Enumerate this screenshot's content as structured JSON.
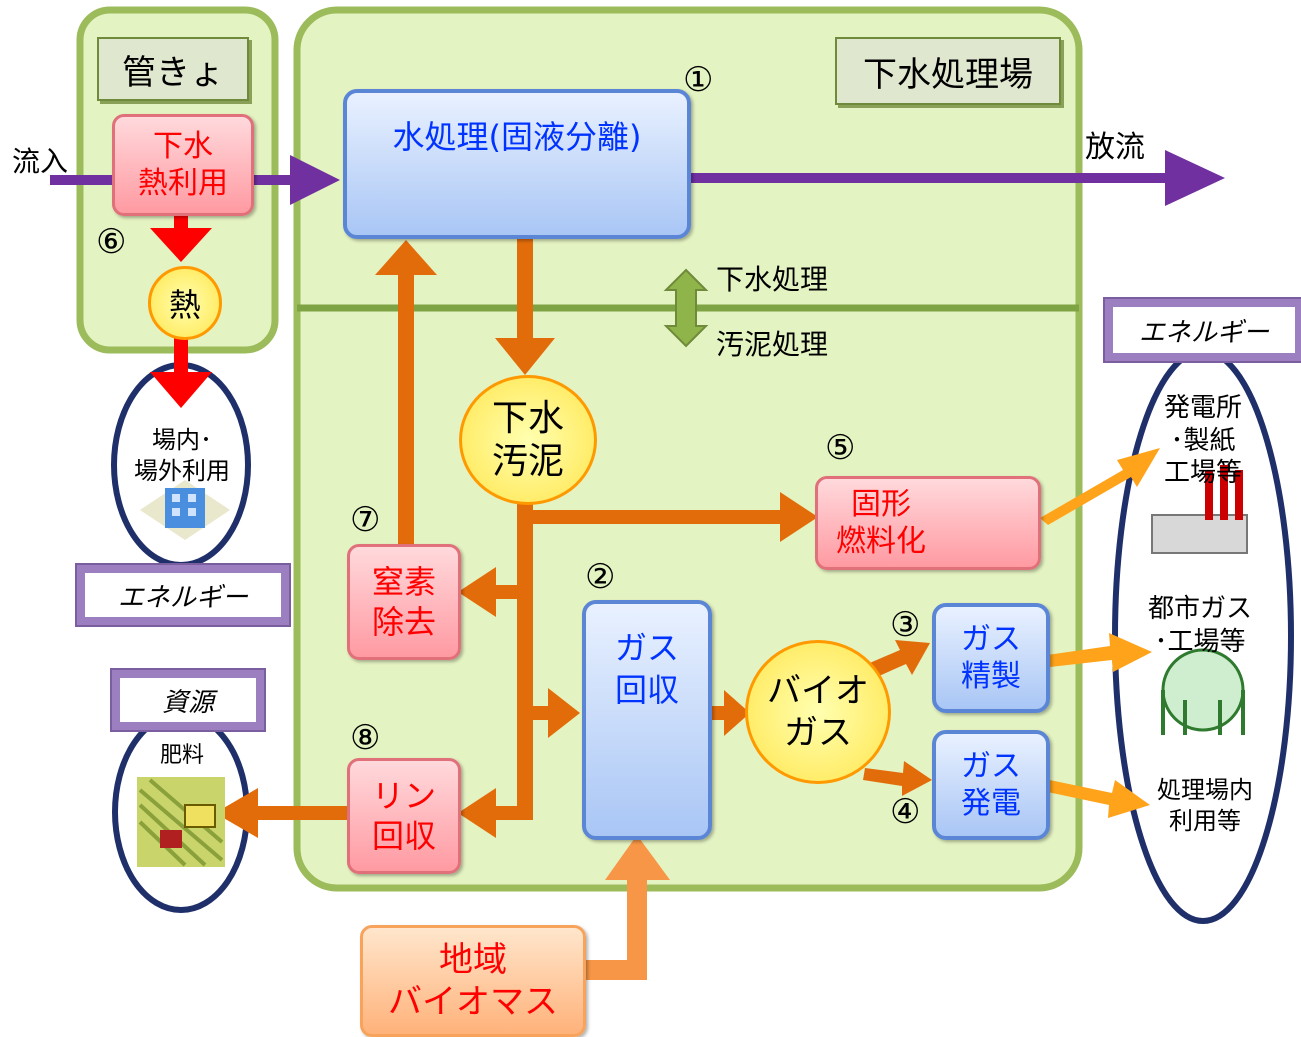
{
  "labels": {
    "pipe": "管きょ",
    "plant": "下水処理場",
    "inflow": "流入",
    "discharge": "放流",
    "sewage_treatment": "下水処理",
    "sludge_treatment": "汚泥処理",
    "energy_right": "エネルギー",
    "energy_left": "エネルギー",
    "resource": "資源"
  },
  "nodes": {
    "heat_use": "下水\n熱利用",
    "heat": "熱",
    "onsite_use": "場内･\n場外利用",
    "water_treatment": "水処理(固液分離)",
    "sludge": "下水\n汚泥",
    "solid_fuel": "固形\n燃料化",
    "nitrogen": "窒素\n除去",
    "gas_recovery": "ガス\n回収",
    "biogas": "バイオ\nガス",
    "gas_refine": "ガス\n精製",
    "gas_power": "ガス\n発電",
    "phosphorus": "リン\n回収",
    "biomass": "地域\nバイオマス",
    "fertilizer": "肥料",
    "power_plant": "発電所\n･製紙\n工場等",
    "city_gas": "都市ガス\n･工場等",
    "plant_use": "処理場内\n利用等"
  },
  "numbers": {
    "n1": "①",
    "n2": "②",
    "n3": "③",
    "n4": "④",
    "n5": "⑤",
    "n6": "⑥",
    "n7": "⑦",
    "n8": "⑧"
  },
  "colors": {
    "panel_fill": "#e4f3c2",
    "panel_border": "#9cbb5a",
    "purple_arrow": "#7030a0",
    "orange_arrow": "#e36c0a",
    "light_orange_arrow": "#f79646",
    "gold_arrow": "#ffa31a",
    "red_arrow": "#ff0000",
    "ellipse_border": "#1f2f6a"
  }
}
